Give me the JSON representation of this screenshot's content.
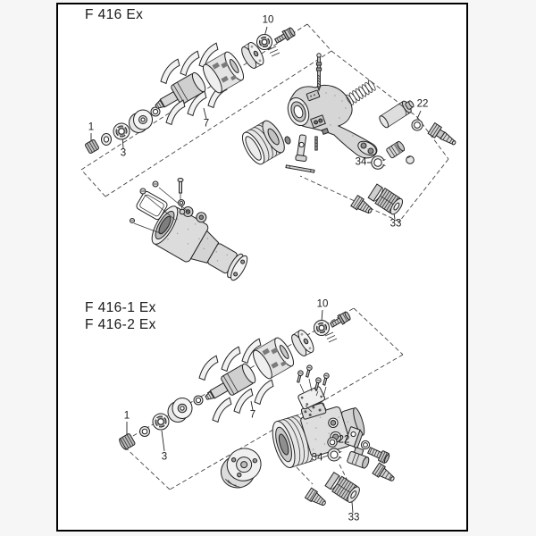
{
  "colors": {
    "ink": "#1a1a1a",
    "paper": "#ffffff",
    "frame": "#000000",
    "page_background": "#f6f6f6",
    "line_art": "#222222"
  },
  "diagrams": [
    {
      "title_lines": [
        "F 416 Ex"
      ],
      "part_labels": [
        {
          "text": "1"
        },
        {
          "text": "3"
        },
        {
          "text": "7"
        },
        {
          "text": "10"
        },
        {
          "text": "22"
        },
        {
          "text": "34"
        },
        {
          "text": "33"
        }
      ]
    },
    {
      "title_lines": [
        "F 416-1 Ex",
        "F 416-2 Ex"
      ],
      "part_labels": [
        {
          "text": "1"
        },
        {
          "text": "3"
        },
        {
          "text": "7"
        },
        {
          "text": "10"
        },
        {
          "text": "22"
        },
        {
          "text": "34"
        },
        {
          "text": "33"
        }
      ]
    }
  ]
}
